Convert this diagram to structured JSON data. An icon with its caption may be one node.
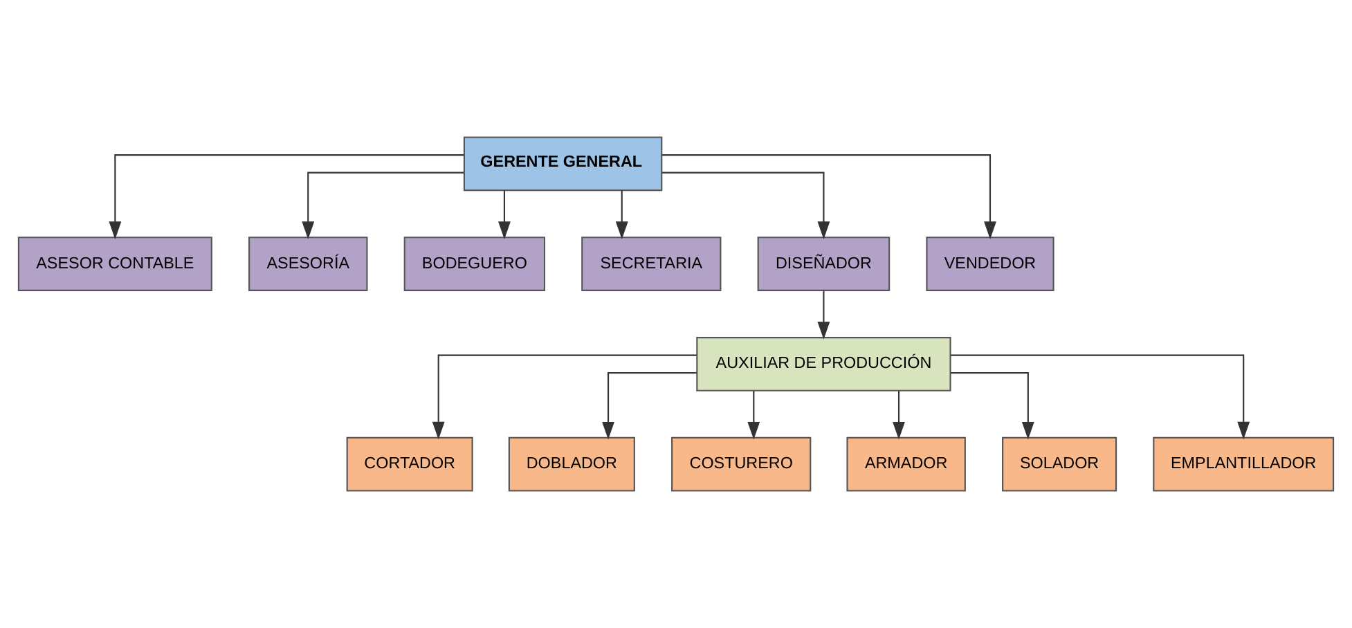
{
  "diagram": {
    "nodes": [
      {
        "text": [
          "GERENTE GENERAL"
        ]
      },
      {
        "text": [
          "ASESOR CONTABLE"
        ]
      },
      {
        "text": [
          "ASESORÍA"
        ]
      },
      {
        "text": [
          "BODEGUERO"
        ]
      },
      {
        "text": [
          "SECRETARIA"
        ]
      },
      {
        "text": [
          "DISEÑADOR"
        ]
      },
      {
        "text": [
          "VENDEDOR"
        ]
      },
      {
        "text": [
          "AUXILIAR DE PRODUCCIÓN"
        ]
      },
      {
        "text": [
          "CORTADOR"
        ]
      },
      {
        "text": [
          "DOBLADOR"
        ]
      },
      {
        "text": [
          "COSTURERO"
        ]
      },
      {
        "text": [
          "ARMADOR"
        ]
      },
      {
        "text": [
          "SOLADOR"
        ]
      },
      {
        "text": [
          "EMPLANTILLADOR"
        ]
      }
    ],
    "edges": [
      {
        "from": 0,
        "to": 1,
        "arrow": "to"
      },
      {
        "from": 0,
        "to": 2,
        "arrow": "to"
      },
      {
        "from": 0,
        "to": 3,
        "arrow": "to"
      },
      {
        "from": 0,
        "to": 4,
        "arrow": "to"
      },
      {
        "from": 0,
        "to": 5,
        "arrow": "to"
      },
      {
        "from": 0,
        "to": 6,
        "arrow": "to"
      },
      {
        "from": 5,
        "to": 7,
        "arrow": "to"
      },
      {
        "from": 7,
        "to": 8,
        "arrow": "to"
      },
      {
        "from": 7,
        "to": 9,
        "arrow": "to"
      },
      {
        "from": 7,
        "to": 10,
        "arrow": "to"
      },
      {
        "from": 7,
        "to": 11,
        "arrow": "to"
      },
      {
        "from": 7,
        "to": 12,
        "arrow": "to"
      },
      {
        "from": 7,
        "to": 13,
        "arrow": "to"
      }
    ]
  }
}
